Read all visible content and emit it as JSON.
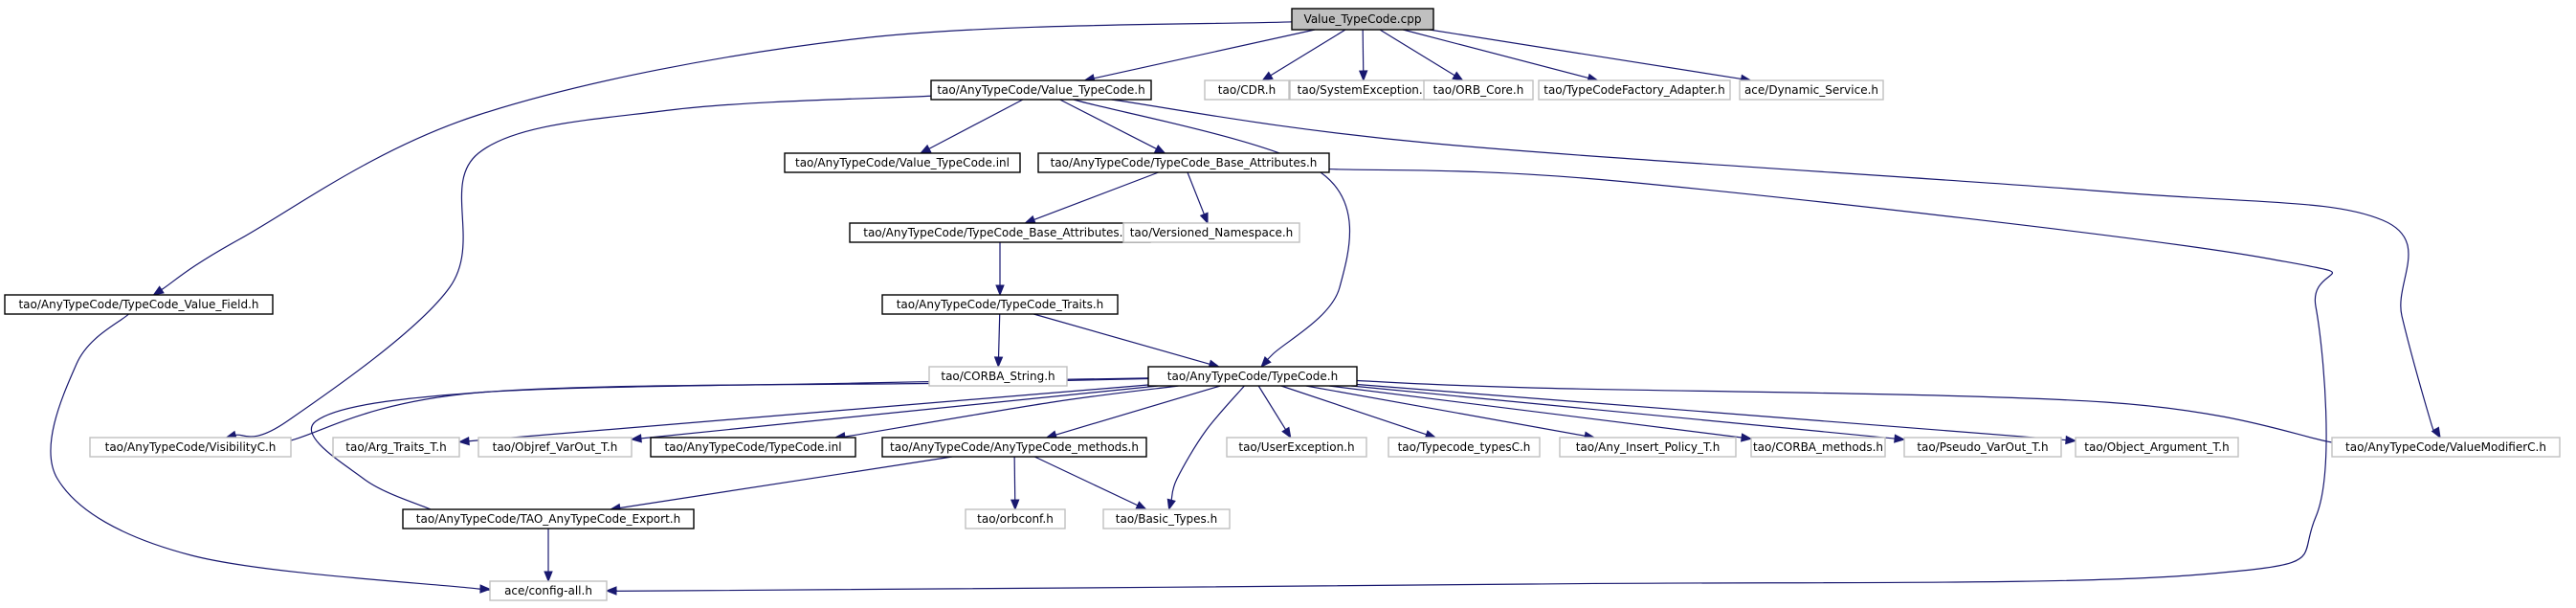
{
  "colors": {
    "edge": "#191970",
    "root_fill": "#c0c0c0",
    "documented_border": "#000000",
    "undocumented_border": "#c0c0c0",
    "node_fill": "#ffffff"
  },
  "nodes": [
    {
      "id": "root",
      "label": "Value_TypeCode.cpp",
      "style": "root"
    },
    {
      "id": "value_typecode_h",
      "label": "tao/AnyTypeCode/Value_TypeCode.h",
      "style": "doc"
    },
    {
      "id": "cdr_h",
      "label": "tao/CDR.h",
      "style": "undoc"
    },
    {
      "id": "system_exception_h",
      "label": "tao/SystemException.h",
      "style": "undoc"
    },
    {
      "id": "orb_core_h",
      "label": "tao/ORB_Core.h",
      "style": "undoc"
    },
    {
      "id": "typecode_factory_adapter_h",
      "label": "tao/TypeCodeFactory_Adapter.h",
      "style": "undoc"
    },
    {
      "id": "dynamic_service_h",
      "label": "ace/Dynamic_Service.h",
      "style": "undoc"
    },
    {
      "id": "value_typecode_inl",
      "label": "tao/AnyTypeCode/Value_TypeCode.inl",
      "style": "doc"
    },
    {
      "id": "base_attributes_h",
      "label": "tao/AnyTypeCode/TypeCode_Base_Attributes.h",
      "style": "doc"
    },
    {
      "id": "base_attributes_inl",
      "label": "tao/AnyTypeCode/TypeCode_Base_Attributes.inl",
      "style": "doc"
    },
    {
      "id": "versioned_namespace_h",
      "label": "tao/Versioned_Namespace.h",
      "style": "undoc"
    },
    {
      "id": "value_field_h",
      "label": "tao/AnyTypeCode/TypeCode_Value_Field.h",
      "style": "doc"
    },
    {
      "id": "typecode_traits_h",
      "label": "tao/AnyTypeCode/TypeCode_Traits.h",
      "style": "doc"
    },
    {
      "id": "corba_string_h",
      "label": "tao/CORBA_String.h",
      "style": "undoc"
    },
    {
      "id": "typecode_h",
      "label": "tao/AnyTypeCode/TypeCode.h",
      "style": "doc"
    },
    {
      "id": "visibility_c_h",
      "label": "tao/AnyTypeCode/VisibilityC.h",
      "style": "undoc"
    },
    {
      "id": "arg_traits_t_h",
      "label": "tao/Arg_Traits_T.h",
      "style": "undoc"
    },
    {
      "id": "objref_varout_t_h",
      "label": "tao/Objref_VarOut_T.h",
      "style": "undoc"
    },
    {
      "id": "typecode_inl",
      "label": "tao/AnyTypeCode/TypeCode.inl",
      "style": "doc"
    },
    {
      "id": "anytypecode_methods_h",
      "label": "tao/AnyTypeCode/AnyTypeCode_methods.h",
      "style": "doc"
    },
    {
      "id": "user_exception_h",
      "label": "tao/UserException.h",
      "style": "undoc"
    },
    {
      "id": "typecode_types_c_h",
      "label": "tao/Typecode_typesC.h",
      "style": "undoc"
    },
    {
      "id": "any_insert_policy_t_h",
      "label": "tao/Any_Insert_Policy_T.h",
      "style": "undoc"
    },
    {
      "id": "corba_methods_h",
      "label": "tao/CORBA_methods.h",
      "style": "undoc"
    },
    {
      "id": "pseudo_varout_t_h",
      "label": "tao/Pseudo_VarOut_T.h",
      "style": "undoc"
    },
    {
      "id": "object_argument_t_h",
      "label": "tao/Object_Argument_T.h",
      "style": "undoc"
    },
    {
      "id": "value_modifier_c_h",
      "label": "tao/AnyTypeCode/ValueModifierC.h",
      "style": "undoc"
    },
    {
      "id": "export_h",
      "label": "tao/AnyTypeCode/TAO_AnyTypeCode_Export.h",
      "style": "doc"
    },
    {
      "id": "orbconf_h",
      "label": "tao/orbconf.h",
      "style": "undoc"
    },
    {
      "id": "basic_types_h",
      "label": "tao/Basic_Types.h",
      "style": "undoc"
    },
    {
      "id": "config_all_h",
      "label": "ace/config-all.h",
      "style": "undoc"
    }
  ],
  "edges": [
    [
      "root",
      "value_typecode_h"
    ],
    [
      "root",
      "cdr_h"
    ],
    [
      "root",
      "system_exception_h"
    ],
    [
      "root",
      "orb_core_h"
    ],
    [
      "root",
      "typecode_factory_adapter_h"
    ],
    [
      "root",
      "dynamic_service_h"
    ],
    [
      "root",
      "value_field_h"
    ],
    [
      "value_typecode_h",
      "value_typecode_inl"
    ],
    [
      "value_typecode_h",
      "base_attributes_h"
    ],
    [
      "value_typecode_h",
      "typecode_h"
    ],
    [
      "value_typecode_h",
      "visibility_c_h"
    ],
    [
      "value_typecode_h",
      "value_modifier_c_h"
    ],
    [
      "base_attributes_h",
      "base_attributes_inl"
    ],
    [
      "base_attributes_h",
      "versioned_namespace_h"
    ],
    [
      "base_attributes_h",
      "config_all_h"
    ],
    [
      "base_attributes_inl",
      "typecode_traits_h"
    ],
    [
      "typecode_traits_h",
      "corba_string_h"
    ],
    [
      "typecode_traits_h",
      "typecode_h"
    ],
    [
      "typecode_h",
      "visibility_c_h"
    ],
    [
      "typecode_h",
      "arg_traits_t_h"
    ],
    [
      "typecode_h",
      "objref_varout_t_h"
    ],
    [
      "typecode_h",
      "typecode_inl"
    ],
    [
      "typecode_h",
      "anytypecode_methods_h"
    ],
    [
      "typecode_h",
      "export_h"
    ],
    [
      "typecode_h",
      "basic_types_h"
    ],
    [
      "typecode_h",
      "user_exception_h"
    ],
    [
      "typecode_h",
      "typecode_types_c_h"
    ],
    [
      "typecode_h",
      "any_insert_policy_t_h"
    ],
    [
      "typecode_h",
      "corba_methods_h"
    ],
    [
      "typecode_h",
      "pseudo_varout_t_h"
    ],
    [
      "typecode_h",
      "object_argument_t_h"
    ],
    [
      "typecode_h",
      "value_modifier_c_h"
    ],
    [
      "anytypecode_methods_h",
      "export_h"
    ],
    [
      "anytypecode_methods_h",
      "orbconf_h"
    ],
    [
      "anytypecode_methods_h",
      "basic_types_h"
    ],
    [
      "export_h",
      "config_all_h"
    ],
    [
      "value_field_h",
      "config_all_h"
    ]
  ]
}
